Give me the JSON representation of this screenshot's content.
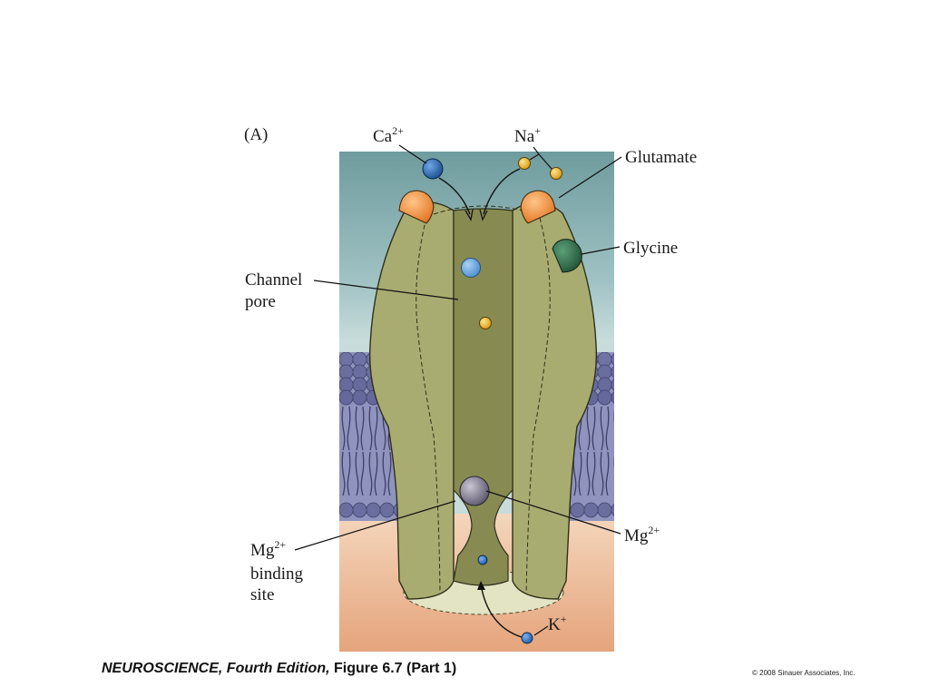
{
  "panel_letter": "(A)",
  "labels": {
    "ca": {
      "base": "Ca",
      "sup": "2+"
    },
    "na": {
      "base": "Na",
      "sup": "+"
    },
    "glutamate": "Glutamate",
    "glycine": "Glycine",
    "channel_pore_line1": "Channel",
    "channel_pore_line2": "pore",
    "mg_site_line1": {
      "base": "Mg",
      "sup": "2+"
    },
    "mg_site_line2": "binding",
    "mg_site_line3": "site",
    "mg": {
      "base": "Mg",
      "sup": "2+"
    },
    "k": {
      "base": "K",
      "sup": "+"
    }
  },
  "footer": {
    "book": "NEUROSCIENCE",
    "edition": ", Fourth Edition,",
    "figure": " Figure 6.7 (Part 1)",
    "copyright": "© 2008 Sinauer Associates, Inc."
  },
  "colors": {
    "extracellular": "#7fa9a8",
    "intracellular": "#eab890",
    "membrane": "#7276a6",
    "channel": "#a7aa6f",
    "pore": "#868a52",
    "glutamate": "#f08a2a",
    "glycine": "#2e6e48",
    "calcium": "#2c6bb3",
    "sodium": "#f2c23a",
    "magnesium": "#8e8a99",
    "potassium": "#2f6fc0"
  }
}
